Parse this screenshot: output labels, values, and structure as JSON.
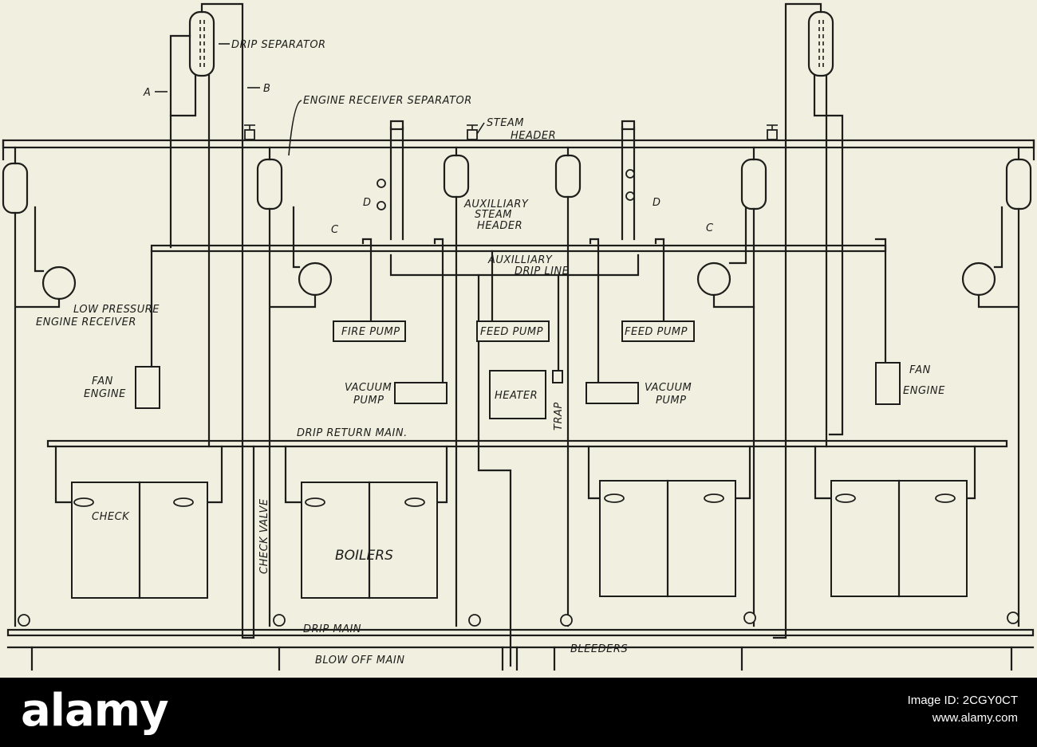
{
  "diagram": {
    "labels": {
      "drip_separator": "DRIP SEPARATOR",
      "a_arrow": "A",
      "b_arrow": "B",
      "engine_receiver_separator": "ENGINE RECEIVER SEPARATOR",
      "steam_header_1": "STEAM",
      "steam_header_2": "HEADER",
      "d_left": "D",
      "d_right": "D",
      "aux_steam_header_1": "AUXILLIARY",
      "aux_steam_header_2": "STEAM",
      "aux_steam_header_3": "HEADER",
      "c_left": "C",
      "c_right": "C",
      "aux_drip_line_1": "AUXILLIARY",
      "aux_drip_line_2": "DRIP LINE",
      "low_pressure_1": "LOW PRESSURE",
      "low_pressure_2": "ENGINE RECEIVER",
      "fire_pump": "FIRE PUMP",
      "feed_pump_1": "FEED PUMP",
      "feed_pump_2": "FEED PUMP",
      "fan_engine_left_1": "FAN",
      "fan_engine_left_2": "ENGINE",
      "fan_engine_right_1": "FAN",
      "fan_engine_right_2": "ENGINE",
      "vacuum_pump_left_1": "VACUUM",
      "vacuum_pump_left_2": "PUMP",
      "vacuum_pump_right_1": "VACUUM",
      "vacuum_pump_right_2": "PUMP",
      "heater": "HEATER",
      "trap": "TRAP",
      "drip_return_main": "DRIP RETURN MAIN.",
      "check": "CHECK",
      "check_valve": "CHECK VALVE",
      "boilers": "BOILERS",
      "drip_main": "DRIP MAIN",
      "bleeders": "BLEEDERS",
      "blow_off_main": "BLOW OFF MAIN"
    }
  },
  "footer": {
    "logo": "alamy",
    "image_id_label": "Image ID: 2CGY0CT",
    "site": "www.alamy.com"
  }
}
